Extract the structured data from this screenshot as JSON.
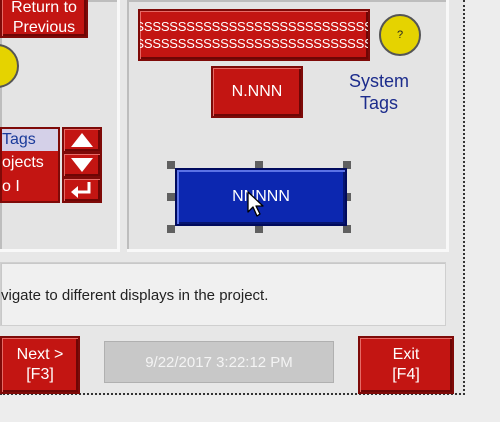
{
  "left_panel": {
    "return_button_label": "Return to\nPrevious",
    "tag_list_items": [
      "Tags",
      "ojects",
      "o I"
    ]
  },
  "right_panel": {
    "string_display": "SSSSSSSSSSSSSSSSSSSSSSSSSSSS\nSSSSSSSSSSSSSSSSSSSSSSSSSSSS",
    "numeric_display": "N.NNN",
    "help_label": "?",
    "system_tags_label": "System\nTags",
    "selected_numeric_input": "NNNNN"
  },
  "status_bar": {
    "message": "vigate to different displays in the project."
  },
  "footer": {
    "next_button_label": "Next >\n[F3]",
    "datetime": "9/22/2017 3:22:12 PM",
    "exit_button_label": "Exit\n[F4]"
  },
  "colors": {
    "button_red": "#c31512",
    "selected_blue": "#0c27b0",
    "help_yellow": "#e5d300"
  },
  "icons": [
    "scroll-up-icon",
    "scroll-down-icon",
    "enter-icon",
    "help-icon",
    "mouse-pointer-icon"
  ]
}
